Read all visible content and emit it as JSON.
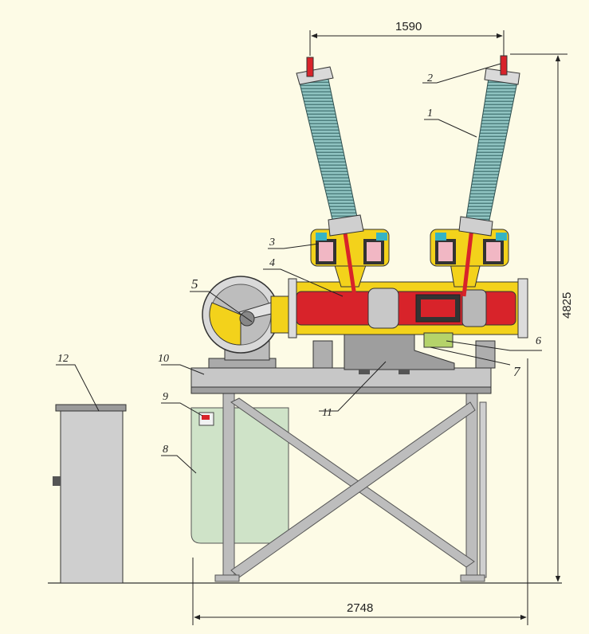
{
  "dimensions": {
    "bushing_spacing": "1590",
    "total_height": "4825",
    "total_width": "2748"
  },
  "callouts": [
    "1",
    "2",
    "3",
    "4",
    "5",
    "6",
    "7",
    "8",
    "9",
    "10",
    "11",
    "12"
  ],
  "colors": {
    "background": "#fdfbe6",
    "tank_yellow": "#f3d21b",
    "conductor_red": "#d8232a",
    "insulator": "#7fb3b2",
    "frame_gray": "#bdbdbd",
    "cabinet_gray": "#cfcfcf",
    "transformer_green": "#cfe3c8",
    "line": "#333333"
  }
}
